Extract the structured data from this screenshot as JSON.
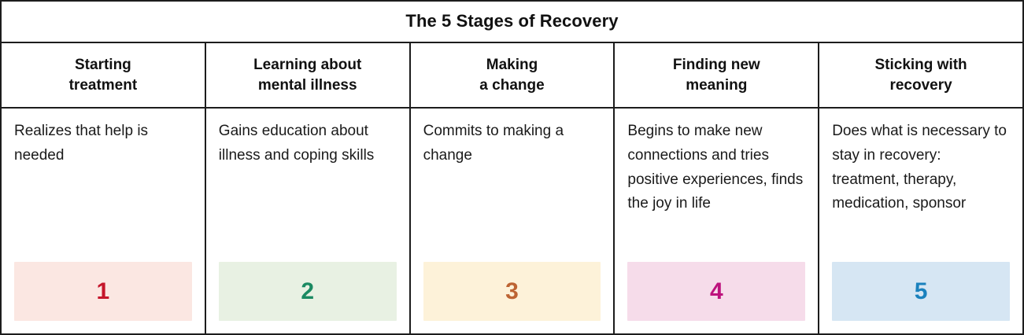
{
  "title": "The 5 Stages of Recovery",
  "columns": [
    {
      "header": "Starting\ntreatment",
      "body": "Realizes that help is needed",
      "number": "1",
      "bg_color": "#fbe7e2",
      "number_color": "#c5162b"
    },
    {
      "header": "Learning about\nmental illness",
      "body": "Gains education about illness and coping skills",
      "number": "2",
      "bg_color": "#e8f1e3",
      "number_color": "#1b8a62"
    },
    {
      "header": "Making\na change",
      "body": "Commits to making a change",
      "number": "3",
      "bg_color": "#fdf2d9",
      "number_color": "#bd6433"
    },
    {
      "header": "Finding new\nmeaning",
      "body": "Begins to make new connections and tries positive experiences, finds the joy in life",
      "number": "4",
      "bg_color": "#f6dcea",
      "number_color": "#bd127d"
    },
    {
      "header": "Sticking with\nrecovery",
      "body": "Does what is necessary to stay in recovery: treatment, therapy, medication, sponsor",
      "number": "5",
      "bg_color": "#d6e6f3",
      "number_color": "#1a81bd"
    }
  ],
  "border_color": "#1c1c1c",
  "background_color": "#ffffff"
}
